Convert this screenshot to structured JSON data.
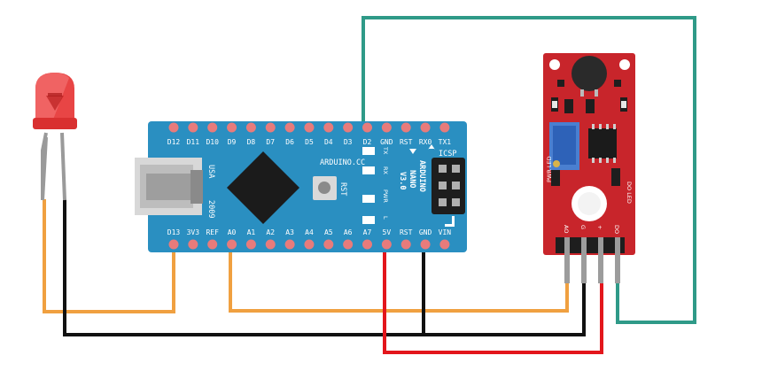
{
  "arduino": {
    "model_line1": "ARDUINO",
    "model_line2": "NANO",
    "model_line3": "V3.0",
    "brand": "ARDUINO.CC",
    "usa": "USA",
    "year": "2009",
    "rst_button": "RST",
    "icsp": "ICSP",
    "led_tx": "TX",
    "led_rx": "RX",
    "led_pwr": "PWR",
    "led_l": "L",
    "top_pins": [
      "D12",
      "D11",
      "D10",
      "D9",
      "D8",
      "D7",
      "D6",
      "D5",
      "D4",
      "D3",
      "D2",
      "GND",
      "RST",
      "RX0",
      "TX1"
    ],
    "bottom_pins": [
      "D13",
      "3V3",
      "REF",
      "A0",
      "A1",
      "A2",
      "A3",
      "A4",
      "A5",
      "A6",
      "A7",
      "5V",
      "RST",
      "GND",
      "VIN"
    ]
  },
  "sensor": {
    "pins": [
      "AO",
      "G",
      "+",
      "DO"
    ],
    "pwr_led": "PWR LED",
    "do_led": "DO LED"
  },
  "colors": {
    "arduino_blue": "#2a8fc1",
    "sensor_red": "#c8252b",
    "wire_orange": "#f0a040",
    "wire_black": "#111111",
    "wire_red": "#e3161c",
    "wire_teal": "#2f9a88"
  }
}
